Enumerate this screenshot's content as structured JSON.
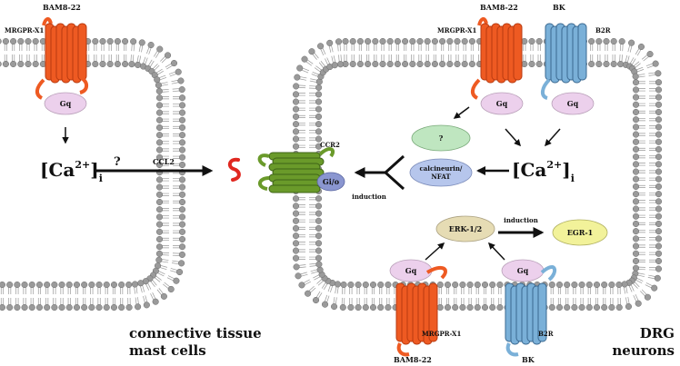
{
  "labels": {
    "bam_left": "BAM8-22",
    "mrgpr_left": "MRGPR-X1",
    "gq_left": "Gq",
    "ca_left_base": "[Ca",
    "ca_left_sup": "2+",
    "ca_left_close": "]",
    "ca_left_sub": "i",
    "question_left": "?",
    "ccl2": "CCL2",
    "ccr2": "CCR2",
    "gio": "Gi/o",
    "induction_left": "induction",
    "bam_top_right": "BAM8-22",
    "mrgpr_top_right": "MRGPR-X1",
    "bk_top": "BK",
    "b2r_top": "B2R",
    "gq_top_right_1": "Gq",
    "gq_top_right_2": "Gq",
    "question_right": "?",
    "calcineurin_1": "calcineurin/",
    "calcineurin_2": "NFAT",
    "ca_right_base": "[Ca",
    "ca_right_sup": "2+",
    "ca_right_close": "]",
    "ca_right_sub": "i",
    "erk": "ERK-1/2",
    "induction_right": "induction",
    "egr": "EGR-1",
    "gq_bottom_1": "Gq",
    "gq_bottom_2": "Gq",
    "mrgpr_bottom": "MRGPR-X1",
    "bam_bottom": "BAM8-22",
    "b2r_bottom": "B2R",
    "bk_bottom": "BK",
    "mast_1": "connective tissue",
    "mast_2": "mast cells",
    "drg_1": "DRG",
    "drg_2": "neurons"
  },
  "colors": {
    "mrgpr": "#ee5a22",
    "b2r": "#7ab0d8",
    "ccr2": "#6a9a2a",
    "gq": "#ecd0ec",
    "gio": "#8a96d0",
    "erk": "#e6dcb4",
    "egr": "#f2f29a",
    "question_oval": "#bfe6c0",
    "calcineurin_oval": "#b6c6ec",
    "membrane_head": "#9a9a9a",
    "ccl2": "#e02820"
  }
}
